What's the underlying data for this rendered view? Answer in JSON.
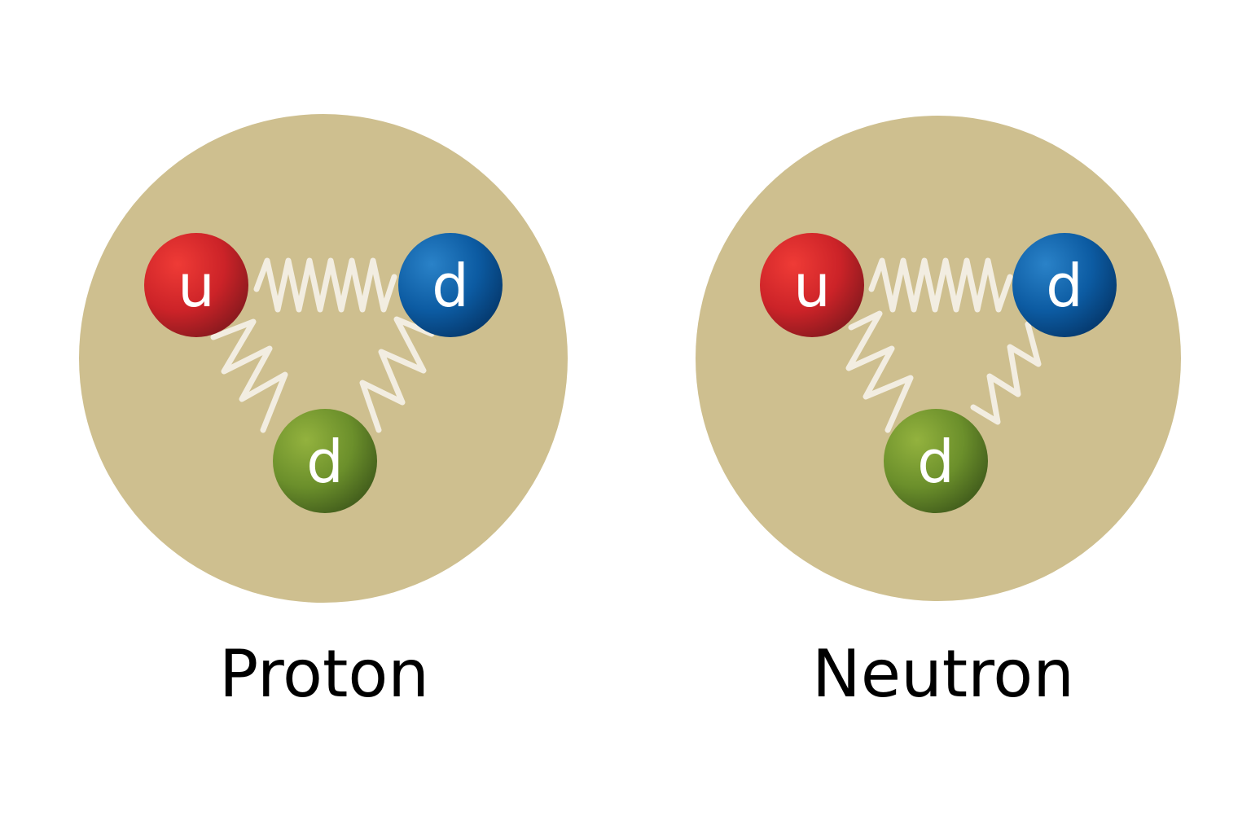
{
  "colors": {
    "background": "#ffffff",
    "nucleon": "#cebf8f",
    "gluon": "#f2ede1",
    "label_text": "#000000",
    "quark_text": "#ffffff",
    "quark_red": "#c8232a",
    "quark_blue": "#0a5aa0",
    "quark_green": "#6a8f2a"
  },
  "particles": [
    {
      "name": "Proton",
      "quarks": [
        {
          "flavor": "u",
          "color": "red"
        },
        {
          "flavor": "d",
          "color": "blue"
        },
        {
          "flavor": "d",
          "color": "green"
        }
      ]
    },
    {
      "name": "Neutron",
      "quarks": [
        {
          "flavor": "u",
          "color": "red"
        },
        {
          "flavor": "d",
          "color": "blue"
        },
        {
          "flavor": "d",
          "color": "green"
        }
      ]
    }
  ]
}
